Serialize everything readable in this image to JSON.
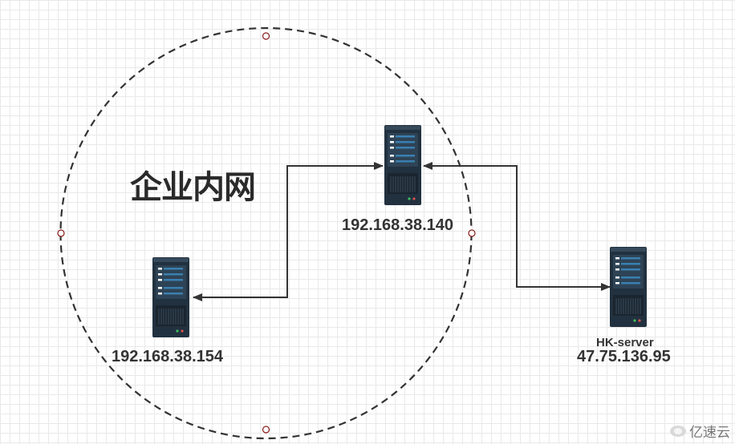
{
  "zone": {
    "title": "企业内网"
  },
  "nodes": {
    "node_140": {
      "ip": "192.168.38.140"
    },
    "node_154": {
      "ip": "192.168.38.154"
    },
    "hk_server": {
      "name": "HK-server",
      "ip": "47.75.136.95"
    }
  },
  "watermark": {
    "text": "亿速云"
  },
  "colors": {
    "line": "#333333",
    "server_body": "#263746",
    "server_slot": "#3a7fb0",
    "handle": "#8b1a1a"
  }
}
